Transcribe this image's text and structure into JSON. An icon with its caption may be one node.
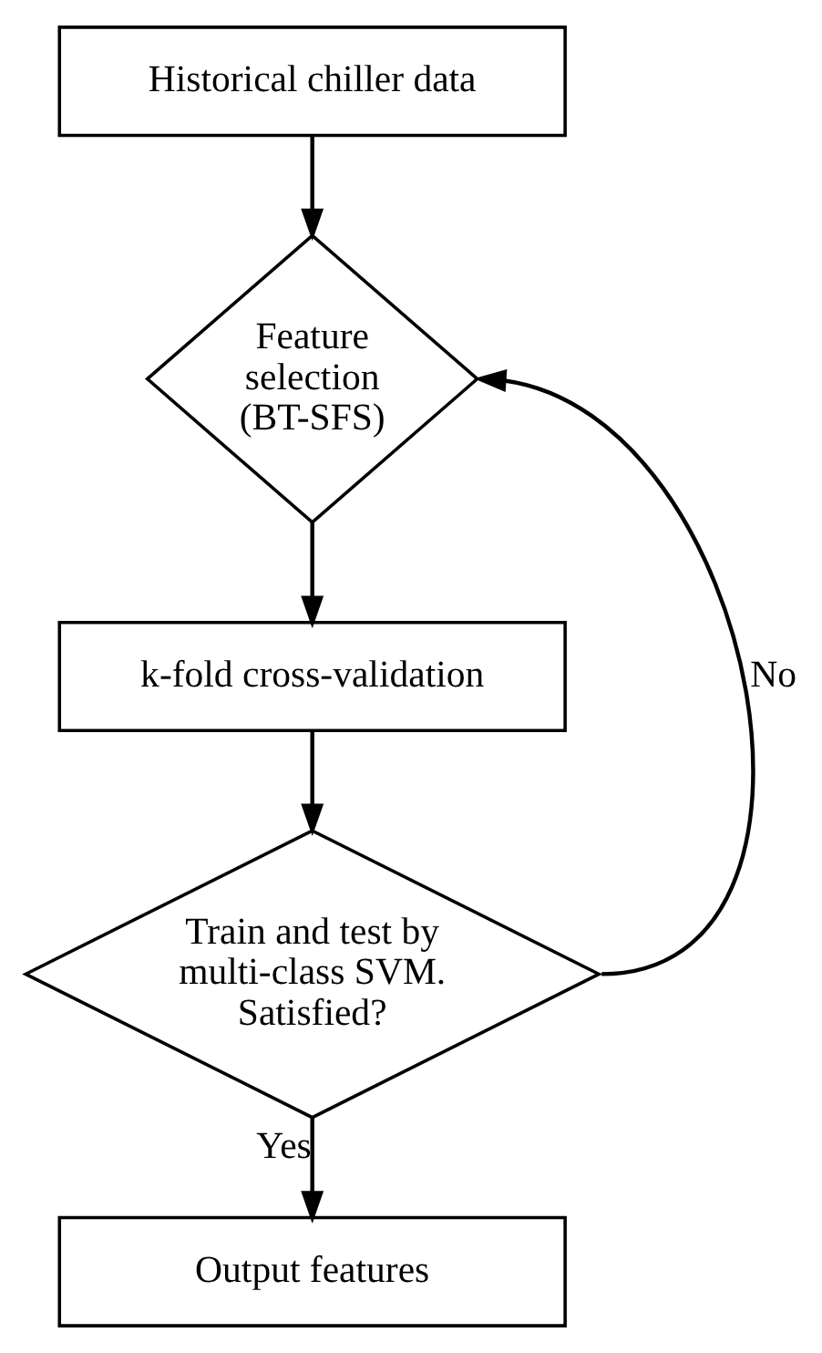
{
  "diagram": {
    "nodes": [
      {
        "text": [
          "Historical chiller data"
        ]
      },
      {
        "text": [
          "Feature selection (BT-SFS)"
        ]
      },
      {
        "text": [
          "k-fold cross-validation"
        ]
      },
      {
        "text": [
          "Train and test by multi-class SVM. Satisfied?"
        ]
      },
      {
        "text": [
          "Output features"
        ]
      }
    ],
    "edges": [
      {
        "from": 0,
        "to": 1,
        "arrow": "to"
      },
      {
        "from": 1,
        "to": 2,
        "arrow": "to"
      },
      {
        "from": 2,
        "to": 3,
        "arrow": "to"
      },
      {
        "from": 3,
        "to": 4,
        "arrow": "to",
        "label": "Yes"
      },
      {
        "from": 3,
        "to": 1,
        "arrow": "to",
        "label": "No"
      }
    ]
  }
}
